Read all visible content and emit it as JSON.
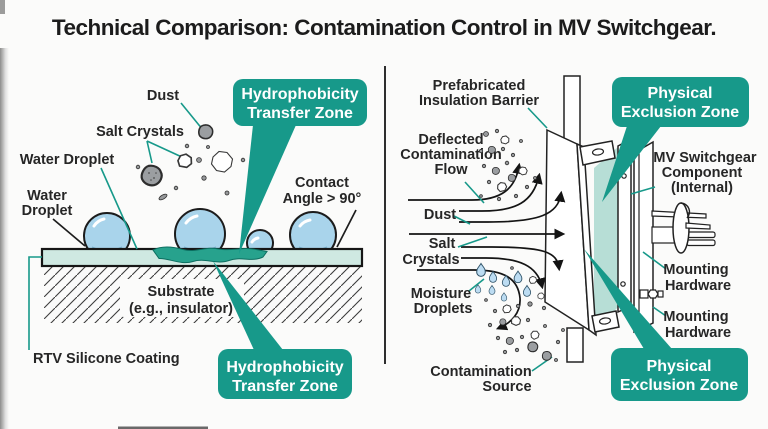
{
  "title": "Technical Comparison: Contamination Control in MV Switchgear.",
  "colors": {
    "accent": "#17998a",
    "accent_dark": "#0c6e60",
    "coating_fill": "#cfe9e2",
    "exclusion_fill": "#b7ded6",
    "droplet_fill": "#a9d4eb",
    "moisture_fill": "#bcdcf2",
    "particle_gray": "#97999b",
    "ink": "#1c1c1c",
    "text": "#262626",
    "background": "#fbfbfa"
  },
  "left_panel": {
    "labels": {
      "dust": "Dust",
      "salt_crystals": "Salt Crystals",
      "water_droplet": "Water Droplet",
      "water_droplet_2_line1": "Water",
      "water_droplet_2_line2": "Droplet",
      "contact_angle_line1": "Contact",
      "contact_angle_line2": "Angle > 90°",
      "substrate_line1": "Substrate",
      "substrate_line2": "(e.g., insulator)",
      "rtv_coating": "RTV Silicone Coating"
    },
    "badge_line1": "Hydrophobicity",
    "badge_line2": "Transfer Zone"
  },
  "right_panel": {
    "labels": {
      "prefab_line1": "Prefabricated",
      "prefab_line2": "Insulation Barrier",
      "deflected_line1": "Deflected",
      "deflected_line2": "Contamination",
      "deflected_line3": "Flow",
      "dust": "Dust",
      "salt_line1": "Salt",
      "salt_line2": "Crystals",
      "moisture_line1": "Moisture",
      "moisture_line2": "Droplets",
      "contamination_line1": "Contamination",
      "contamination_line2": "Source",
      "mv_line1": "MV Switchgear",
      "mv_line2": "Component",
      "mv_line3": "(Internal)",
      "mounting_line1": "Mounting",
      "mounting_line2": "Hardware"
    },
    "badge_line1": "Physical",
    "badge_line2": "Exclusion Zone"
  }
}
